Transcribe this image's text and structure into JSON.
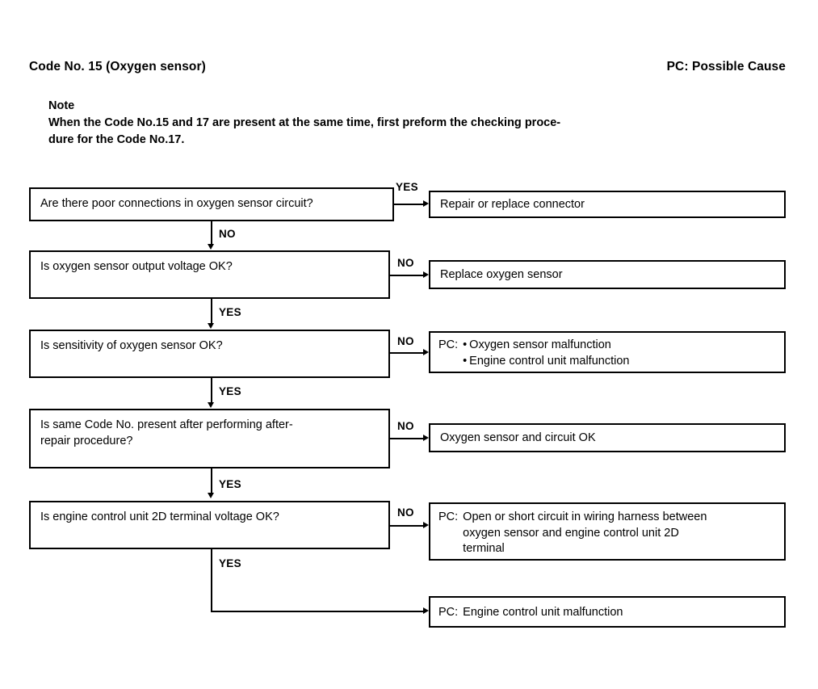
{
  "header": {
    "title": "Code No. 15 (Oxygen sensor)",
    "legend": "PC: Possible Cause"
  },
  "note": {
    "heading": "Note",
    "line1": "When the Code No.15 and 17 are present at the same time, first preform the checking proce-",
    "line2": "dure for the Code No.17."
  },
  "labels": {
    "yes": "YES",
    "no": "NO"
  },
  "flow": {
    "steps": [
      {
        "question": "Are there poor connections in oxygen sensor circuit?",
        "branch_right": "YES",
        "branch_down": "NO",
        "result": "Repair or replace connector"
      },
      {
        "question": "Is oxygen sensor output voltage OK?",
        "branch_right": "NO",
        "branch_down": "YES",
        "result": "Replace oxygen sensor"
      },
      {
        "question": "Is sensitivity of oxygen sensor OK?",
        "branch_right": "NO",
        "branch_down": "YES",
        "result_label": "PC:",
        "result_items": [
          "Oxygen sensor malfunction",
          "Engine control unit malfunction"
        ]
      },
      {
        "question_line1": "Is same Code No. present after performing after-",
        "question_line2": "repair procedure?",
        "branch_right": "NO",
        "branch_down": "YES",
        "result": "Oxygen sensor and circuit OK"
      },
      {
        "question": "Is engine control unit 2D terminal voltage OK?",
        "branch_right": "NO",
        "branch_down": "YES",
        "result_label": "PC:",
        "result_line1": "Open or short circuit in wiring harness between",
        "result_line2": "oxygen sensor and engine control unit 2D",
        "result_line3": "terminal"
      }
    ],
    "final": {
      "label": "PC:",
      "text": "Engine control unit malfunction"
    }
  }
}
